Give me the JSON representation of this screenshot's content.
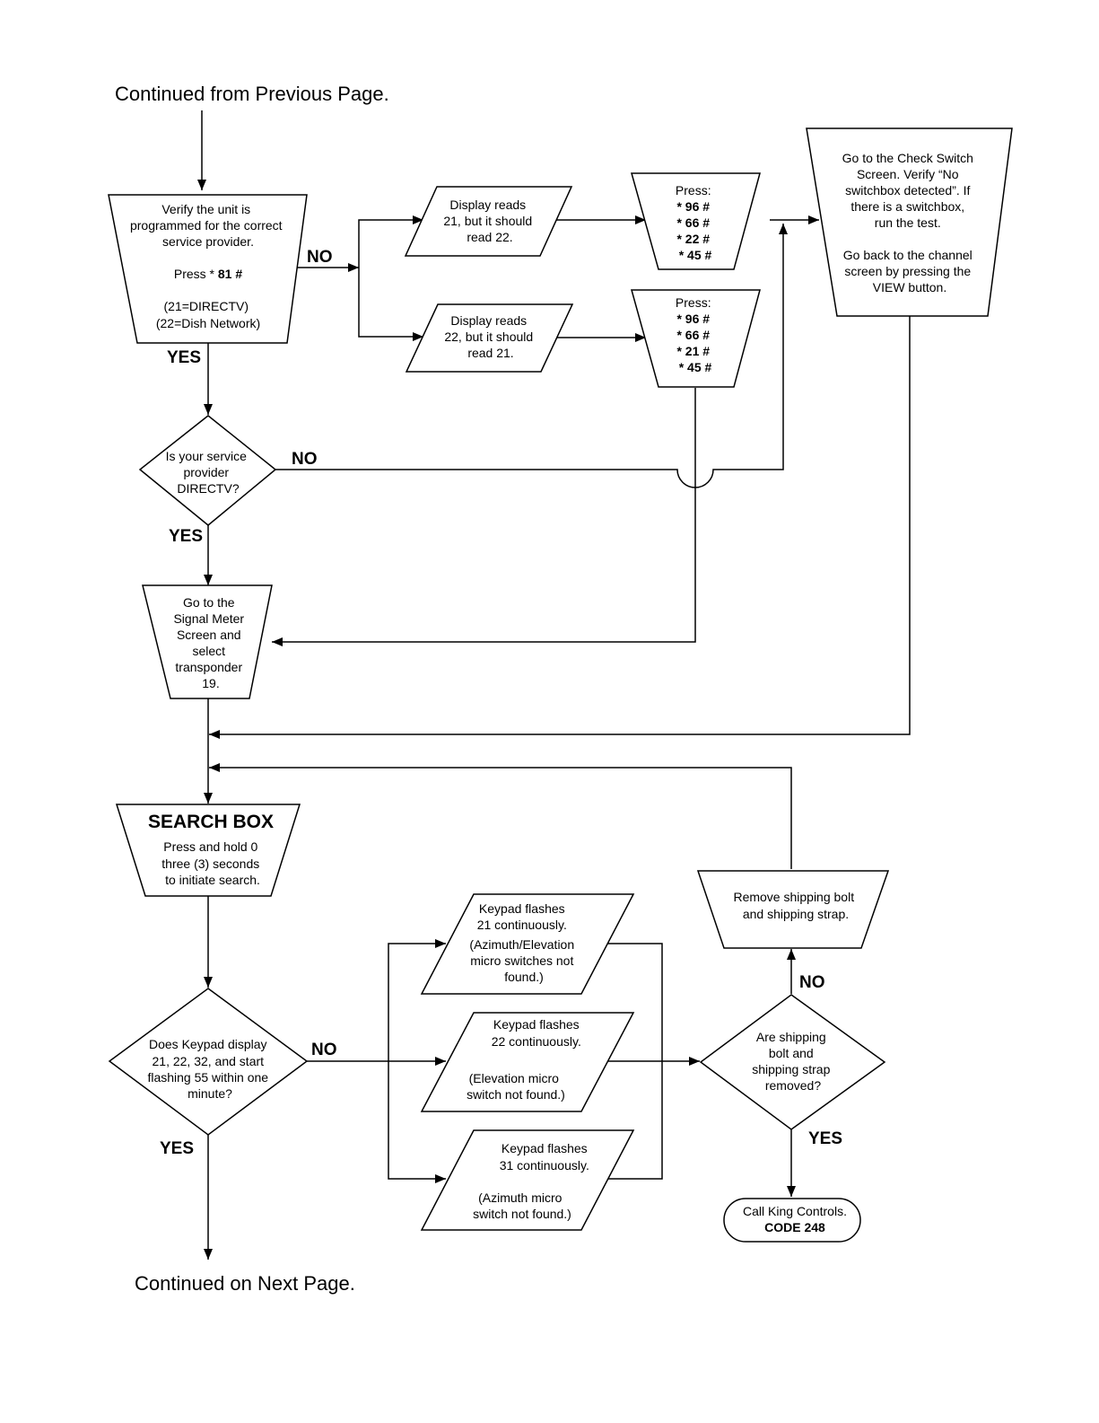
{
  "header": {
    "continued_from": "Continued from Previous Page."
  },
  "footer": {
    "continued_on": "Continued on Next Page."
  },
  "nodes": {
    "verify_provider": {
      "lines": [
        "Verify the unit is",
        "programmed for the correct",
        "service provider."
      ],
      "press_prefix": "Press * ",
      "press_code": "81 #",
      "note_lines": [
        "(21=DIRECTV)",
        "(22=Dish Network)"
      ]
    },
    "display_21": {
      "lines": [
        "Display reads",
        "21, but it should",
        "read 22."
      ]
    },
    "display_22": {
      "lines": [
        "Display reads",
        "22, but it should",
        "read 21."
      ]
    },
    "press_top": {
      "title": "Press:",
      "codes": [
        "* 96 #",
        "* 66 #",
        "* 22 #",
        "* 45 #"
      ]
    },
    "press_bottom": {
      "title": "Press:",
      "codes": [
        "* 96 #",
        "* 66 #",
        "* 21 #",
        "* 45 #"
      ]
    },
    "check_switch": {
      "lines": [
        "Go to the Check Switch",
        "Screen.  Verify “No",
        "switchbox detected”.  If",
        "there is a switchbox,",
        "run the test.",
        "",
        "Go back to the channel",
        "screen by pressing the",
        "VIEW button."
      ]
    },
    "is_directv": {
      "lines": [
        "Is your service",
        "provider",
        "DIRECTV?"
      ]
    },
    "signal_meter": {
      "lines": [
        "Go to the",
        "Signal Meter",
        "Screen and",
        "select",
        "transponder",
        "19."
      ]
    },
    "search_box": {
      "title": "SEARCH BOX",
      "lines": [
        "Press and hold 0",
        "three (3) seconds",
        "to initiate search."
      ]
    },
    "keypad_question": {
      "lines": [
        "Does Keypad display",
        "21, 22, 32, and start",
        "flashing 55 within one",
        "minute?"
      ]
    },
    "flash_21": {
      "lines": [
        "Keypad flashes",
        "21 continuously.",
        "(Azimuth/Elevation",
        "micro switches not",
        "found.)"
      ]
    },
    "flash_22": {
      "lines": [
        "Keypad flashes",
        "22 continuously.",
        "(Elevation micro",
        "switch not found.)"
      ]
    },
    "flash_31": {
      "lines": [
        "Keypad flashes",
        "31 continuously.",
        "(Azimuth micro",
        "switch not found.)"
      ]
    },
    "shipping_question": {
      "lines": [
        "Are shipping",
        "bolt and",
        "shipping strap",
        "removed?"
      ]
    },
    "remove_shipping": {
      "lines": [
        "Remove shipping bolt",
        "and shipping strap."
      ]
    },
    "call_king": {
      "line1": "Call King Controls.",
      "code": "CODE 248"
    }
  },
  "labels": {
    "no_1": "NO",
    "yes_1": "YES",
    "no_2": "NO",
    "yes_2": "YES",
    "no_3": "NO",
    "yes_3": "YES",
    "no_4": "NO",
    "yes_4": "YES"
  }
}
